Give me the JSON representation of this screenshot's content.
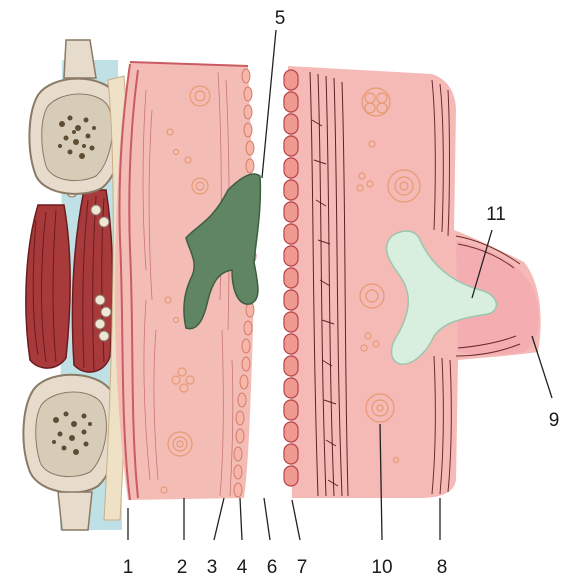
{
  "labels": {
    "l1": "1",
    "l2": "2",
    "l3": "3",
    "l4": "4",
    "l5": "5",
    "l6": "6",
    "l7": "7",
    "l8": "8",
    "l9": "9",
    "l10": "10",
    "l11": "11"
  },
  "colors": {
    "bone_fill": "#e7dccb",
    "bone_outline": "#8a7a66",
    "bone_cells": "#5e4d32",
    "muscle": "#a83a3c",
    "muscle_stripes": "#6a1c1e",
    "cartilage_blue": "#bfe0e4",
    "capsule_pink": "#f3bdb6",
    "capsule_line": "#c95c63",
    "tissue_dots": "#e79a72",
    "green_mass": "#5f8563",
    "green_mass_outline": "#3f5d43",
    "cell_column": "#ef9a90",
    "cell_outline": "#b8434c",
    "branch_fill": "#d8efe0",
    "wall_pink": "#f5b9b6",
    "lines": "#222222"
  }
}
